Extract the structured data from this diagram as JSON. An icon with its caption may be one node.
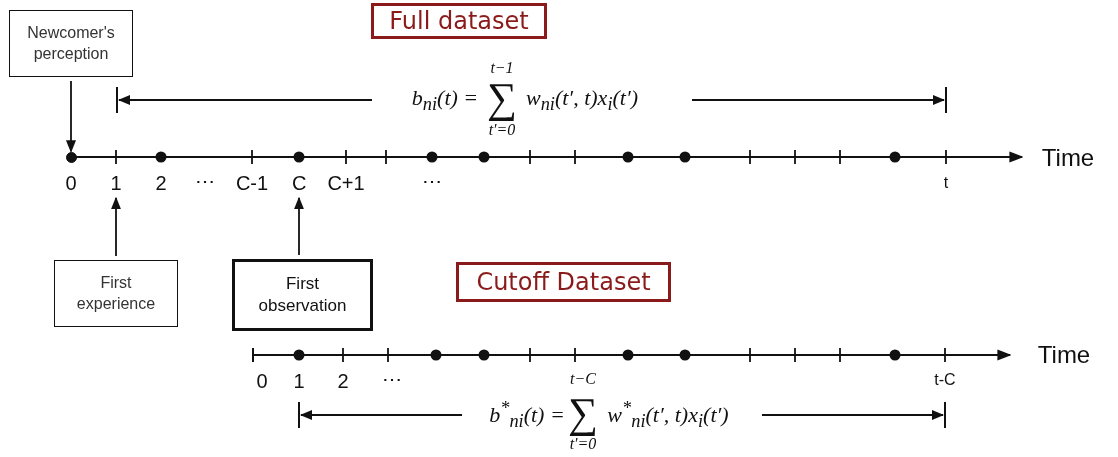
{
  "diagram": {
    "nodes": [
      {
        "text": [
          "Full dataset"
        ]
      },
      {
        "text": [
          "Newcomer's perception"
        ]
      },
      {
        "text": [
          "1"
        ]
      },
      {
        "text": [
          "C"
        ]
      },
      {
        "text": [
          "First experience"
        ]
      },
      {
        "text": [
          "First observation"
        ]
      },
      {
        "text": [
          "Cutoff Dataset"
        ]
      },
      {
        "text": [],
        "shape": "circle"
      }
    ],
    "edges": [
      {
        "from": 1,
        "to": 7,
        "arrow": "to"
      },
      {
        "from": 4,
        "to": 2,
        "arrow": "to"
      },
      {
        "from": 5,
        "to": 3,
        "arrow": "to"
      }
    ],
    "labels": [
      "t−1",
      "b$_{ni}$(t) =",
      "∑",
      "w$_{ni}$(t′, t)x$_{i}$(t′)",
      "t′=0",
      "0",
      "2",
      "⋯",
      "C-1",
      "C+1",
      "⋯",
      "t",
      "Time",
      "0",
      "1",
      "2",
      "⋯",
      "t-C",
      "Time",
      "t−C",
      "b$^{*}$$_{ni}$(t) =",
      "∑",
      "w$^{*}$$_{ni}$(t′, t)x$_{i}$(t′)",
      "t′=0"
    ]
  }
}
